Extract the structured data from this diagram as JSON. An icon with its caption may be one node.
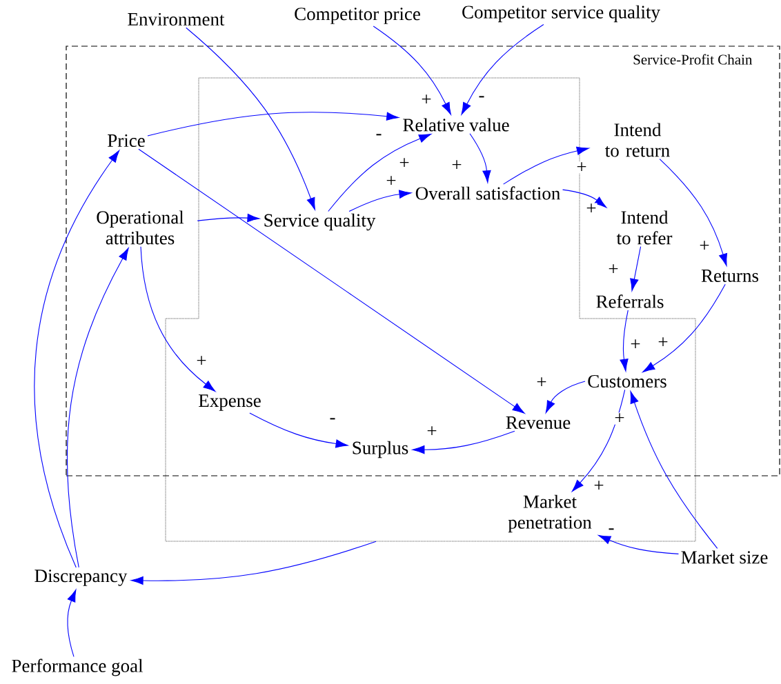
{
  "diagram": {
    "nodes": [
      {
        "text": [
          "Service-Profit Chain"
        ]
      },
      {
        "text": [],
        "shape": "box"
      },
      {
        "text": [
          "Environment"
        ]
      },
      {
        "text": [
          "Competitor price"
        ]
      },
      {
        "text": [
          "Competitor service quality"
        ]
      },
      {
        "text": [
          "Price"
        ],
        "in": 0
      },
      {
        "text": [
          "Relative value"
        ],
        "in": 1
      },
      {
        "text": [
          "Intend to return"
        ],
        "in": 0
      },
      {
        "text": [
          "Overall satisfaction"
        ],
        "in": 1
      },
      {
        "text": [
          "Operational attributes"
        ],
        "in": 0
      },
      {
        "text": [
          "Service quality"
        ],
        "in": 1
      },
      {
        "text": [
          "Intend to refer"
        ],
        "in": 0
      },
      {
        "text": [
          "Returns"
        ],
        "in": 0
      },
      {
        "text": [
          "Referrals"
        ],
        "in": 0
      },
      {
        "text": [
          "Customers"
        ],
        "in": 1
      },
      {
        "text": [
          "Expense"
        ],
        "in": 1
      },
      {
        "text": [
          "Revenue"
        ],
        "in": 1
      },
      {
        "text": [
          "Surplus"
        ],
        "in": 1
      },
      {
        "text": [
          "Market penetration"
        ],
        "in": 1
      },
      {
        "text": [
          "Market size"
        ]
      },
      {
        "text": [
          "Discrepancy"
        ]
      },
      {
        "text": [
          "Performance goal"
        ]
      }
    ],
    "edges": [
      {
        "from": 2,
        "to": 10,
        "arrow": "to"
      },
      {
        "from": 3,
        "to": 6,
        "arrow": "to",
        "label": "+"
      },
      {
        "from": 4,
        "to": 6,
        "arrow": "to",
        "label": "-"
      },
      {
        "from": 5,
        "to": 6,
        "arrow": "to",
        "label": "-"
      },
      {
        "from": 5,
        "to": 16,
        "arrow": "to"
      },
      {
        "from": 9,
        "to": 10,
        "arrow": "to"
      },
      {
        "from": 10,
        "to": 6,
        "arrow": "to",
        "label": "+"
      },
      {
        "from": 10,
        "to": 8,
        "arrow": "to",
        "label": "+"
      },
      {
        "from": 6,
        "to": 8,
        "arrow": "to",
        "label": "+"
      },
      {
        "from": 8,
        "to": 7,
        "arrow": "to",
        "label": "+"
      },
      {
        "from": 8,
        "to": 11,
        "arrow": "to",
        "label": "+"
      },
      {
        "from": 11,
        "to": 13,
        "arrow": "to",
        "label": "+"
      },
      {
        "from": 7,
        "to": 12,
        "arrow": "to",
        "label": "+"
      },
      {
        "from": 13,
        "to": 14,
        "arrow": "to",
        "label": "+"
      },
      {
        "from": 12,
        "to": 14,
        "arrow": "to",
        "label": "+"
      },
      {
        "from": 14,
        "to": 16,
        "arrow": "to",
        "label": "+"
      },
      {
        "from": 14,
        "to": 18,
        "arrow": "to",
        "label": "+"
      },
      {
        "from": 19,
        "to": 14,
        "arrow": "to",
        "label": "+"
      },
      {
        "from": 19,
        "to": 18,
        "arrow": "to",
        "label": "-"
      },
      {
        "from": 9,
        "to": 15,
        "arrow": "to",
        "label": "+"
      },
      {
        "from": 15,
        "to": 17,
        "arrow": "to",
        "label": "-"
      },
      {
        "from": 16,
        "to": 17,
        "arrow": "to",
        "label": "+"
      },
      {
        "from": 1,
        "to": 20,
        "arrow": "to"
      },
      {
        "from": 20,
        "to": 5,
        "arrow": "to"
      },
      {
        "from": 20,
        "to": 9,
        "arrow": "to"
      },
      {
        "from": 21,
        "to": 20,
        "arrow": "to"
      }
    ]
  }
}
